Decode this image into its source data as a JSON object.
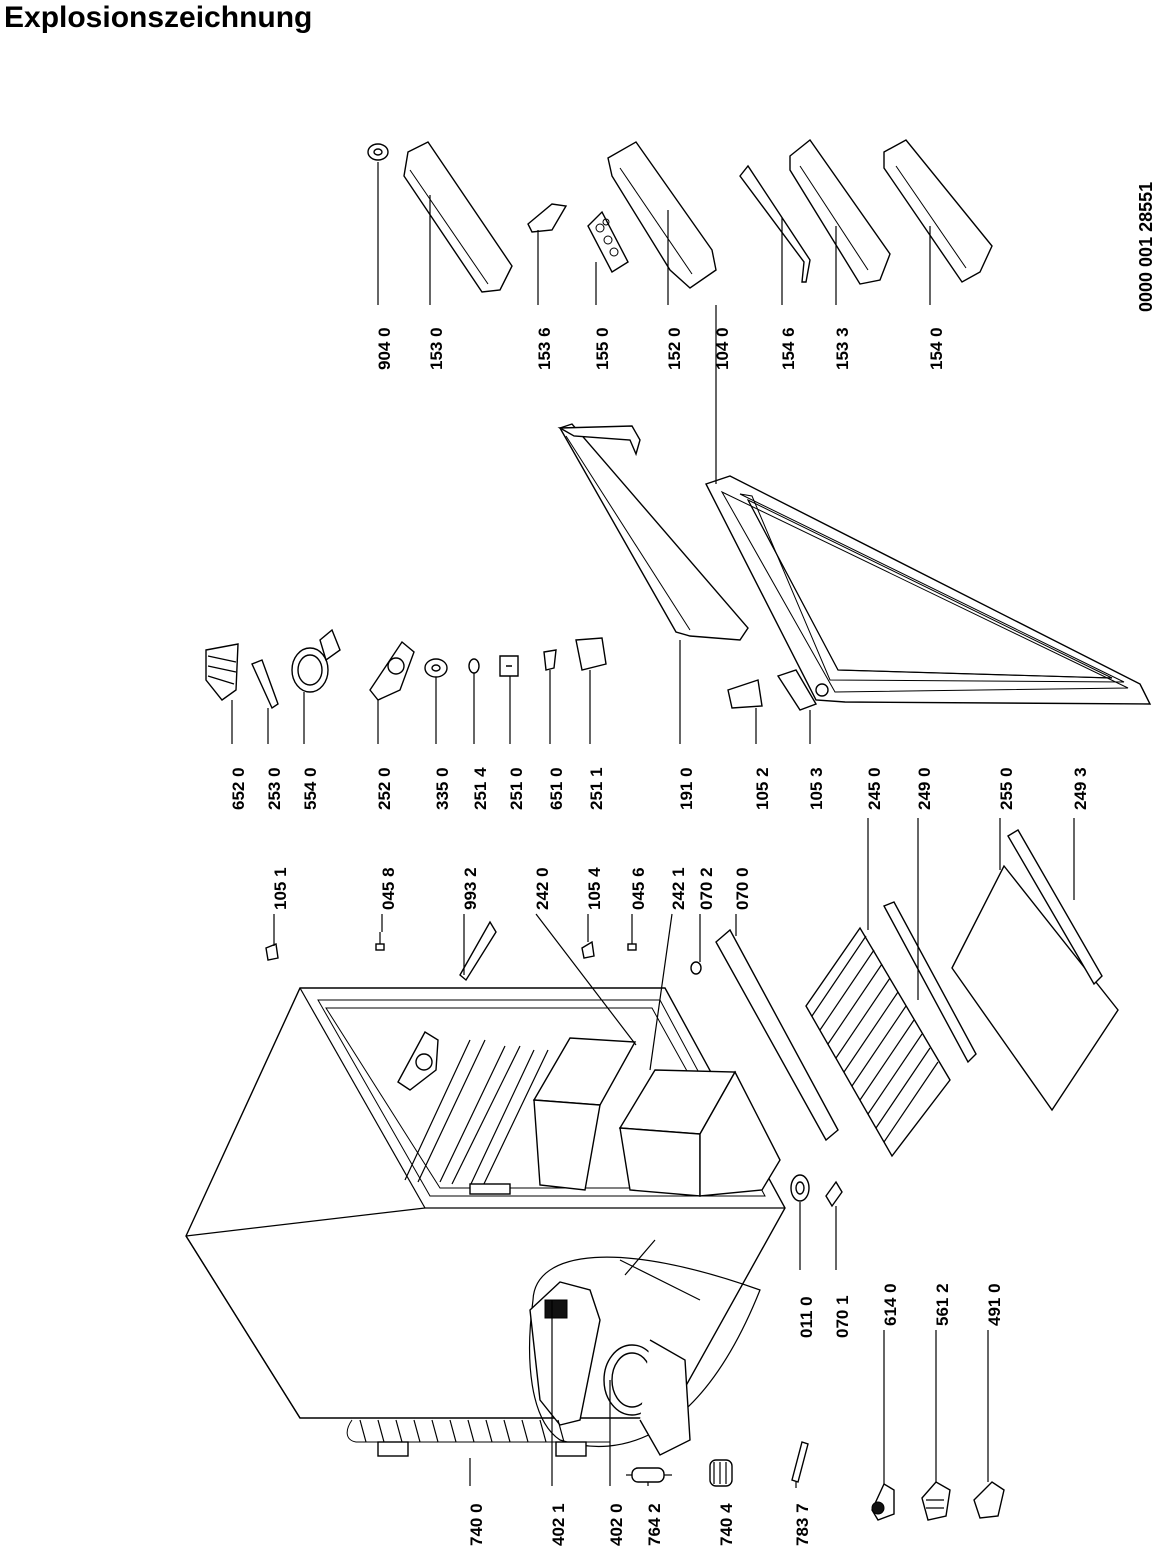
{
  "title": "Explosionszeichnung",
  "document_number": "0000 001 28551",
  "labels": {
    "l9040": "904 0",
    "l1530": "153 0",
    "l1536": "153 6",
    "l1550": "155 0",
    "l1520": "152 0",
    "l1040": "104 0",
    "l1546": "154 6",
    "l1533": "153 3",
    "l1540": "154 0",
    "l6520": "652 0",
    "l2530": "253 0",
    "l5540": "554 0",
    "l2520": "252 0",
    "l3350": "335 0",
    "l2514": "251 4",
    "l2510": "251 0",
    "l6510": "651 0",
    "l2511": "251 1",
    "l1910": "191 0",
    "l1052": "105 2",
    "l1053": "105 3",
    "l2450": "245 0",
    "l2490": "249 0",
    "l2550": "255 0",
    "l2493": "249 3",
    "l1051": "105 1",
    "l0458": "045 8",
    "l9932": "993 2",
    "l2420": "242 0",
    "l1054": "105 4",
    "l0456": "045 6",
    "l2421": "242 1",
    "l0702": "070 2",
    "l0700": "070 0",
    "l0110": "011 0",
    "l0701": "070 1",
    "l6140": "614 0",
    "l5612": "561 2",
    "l4910": "491 0",
    "l7400": "740 0",
    "l4021": "402 1",
    "l4020": "402 0",
    "l7642": "764 2",
    "l7404": "740 4",
    "l7837": "783 7"
  }
}
